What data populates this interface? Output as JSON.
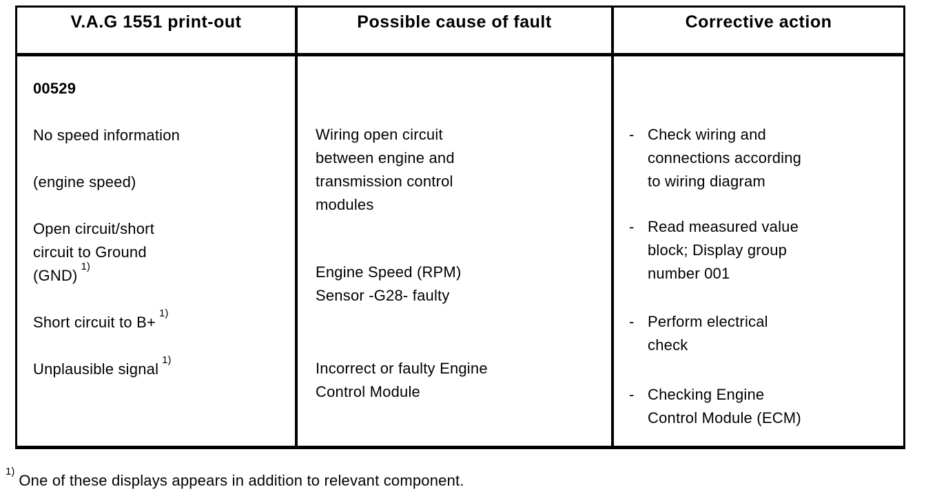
{
  "colors": {
    "ink": "#000000",
    "background": "#ffffff"
  },
  "table": {
    "headers": [
      {
        "label": "V.A.G 1551 print-out"
      },
      {
        "label": "Possible cause of fault"
      },
      {
        "label": "Corrective action"
      }
    ],
    "printout": {
      "code": "00529",
      "entries": [
        {
          "text": "No speed information",
          "sup": ""
        },
        {
          "text": "(engine speed)",
          "sup": ""
        },
        {
          "text": "Open circuit/short\ncircuit to Ground\n(GND)",
          "sup": "1)"
        },
        {
          "text": "Short circuit to B+",
          "sup": "1)"
        },
        {
          "text": "Unplausible signal",
          "sup": "1)"
        }
      ]
    },
    "causes": [
      {
        "text": "Wiring open circuit\nbetween engine and\ntransmission control\nmodules"
      },
      {
        "text": "Engine Speed (RPM)\nSensor -G28- faulty"
      },
      {
        "text": "Incorrect or faulty Engine\nControl Module"
      }
    ],
    "actions": [
      {
        "bullet": "-",
        "text": "Check wiring and\nconnections according\nto wiring diagram"
      },
      {
        "bullet": "-",
        "text": "Read measured value\nblock; Display group\nnumber 001"
      },
      {
        "bullet": "-",
        "text": "Perform electrical\ncheck"
      },
      {
        "bullet": "-",
        "text": "Checking Engine\nControl Module (ECM)"
      }
    ]
  },
  "footnote": {
    "sup": "1)",
    "text": "One of these displays appears in addition to relevant component."
  }
}
